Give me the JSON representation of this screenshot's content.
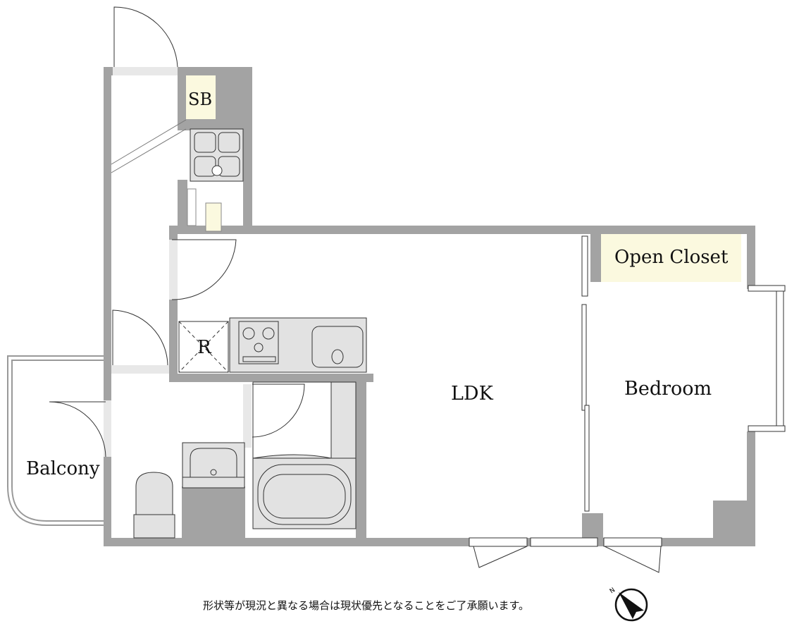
{
  "rooms": {
    "sb": "SB",
    "open_closet": "Open Closet",
    "refrigerator": "R",
    "ldk": "LDK",
    "bedroom": "Bedroom",
    "balcony": "Balcony"
  },
  "note": "形状等が現況と異なる場合は現状優先となることをご了承願います。",
  "compass": {
    "north_label": "N"
  },
  "colors": {
    "wall": "#a3a3a3",
    "fixture": "#e2e2e2",
    "closet": "#fbf9df"
  }
}
